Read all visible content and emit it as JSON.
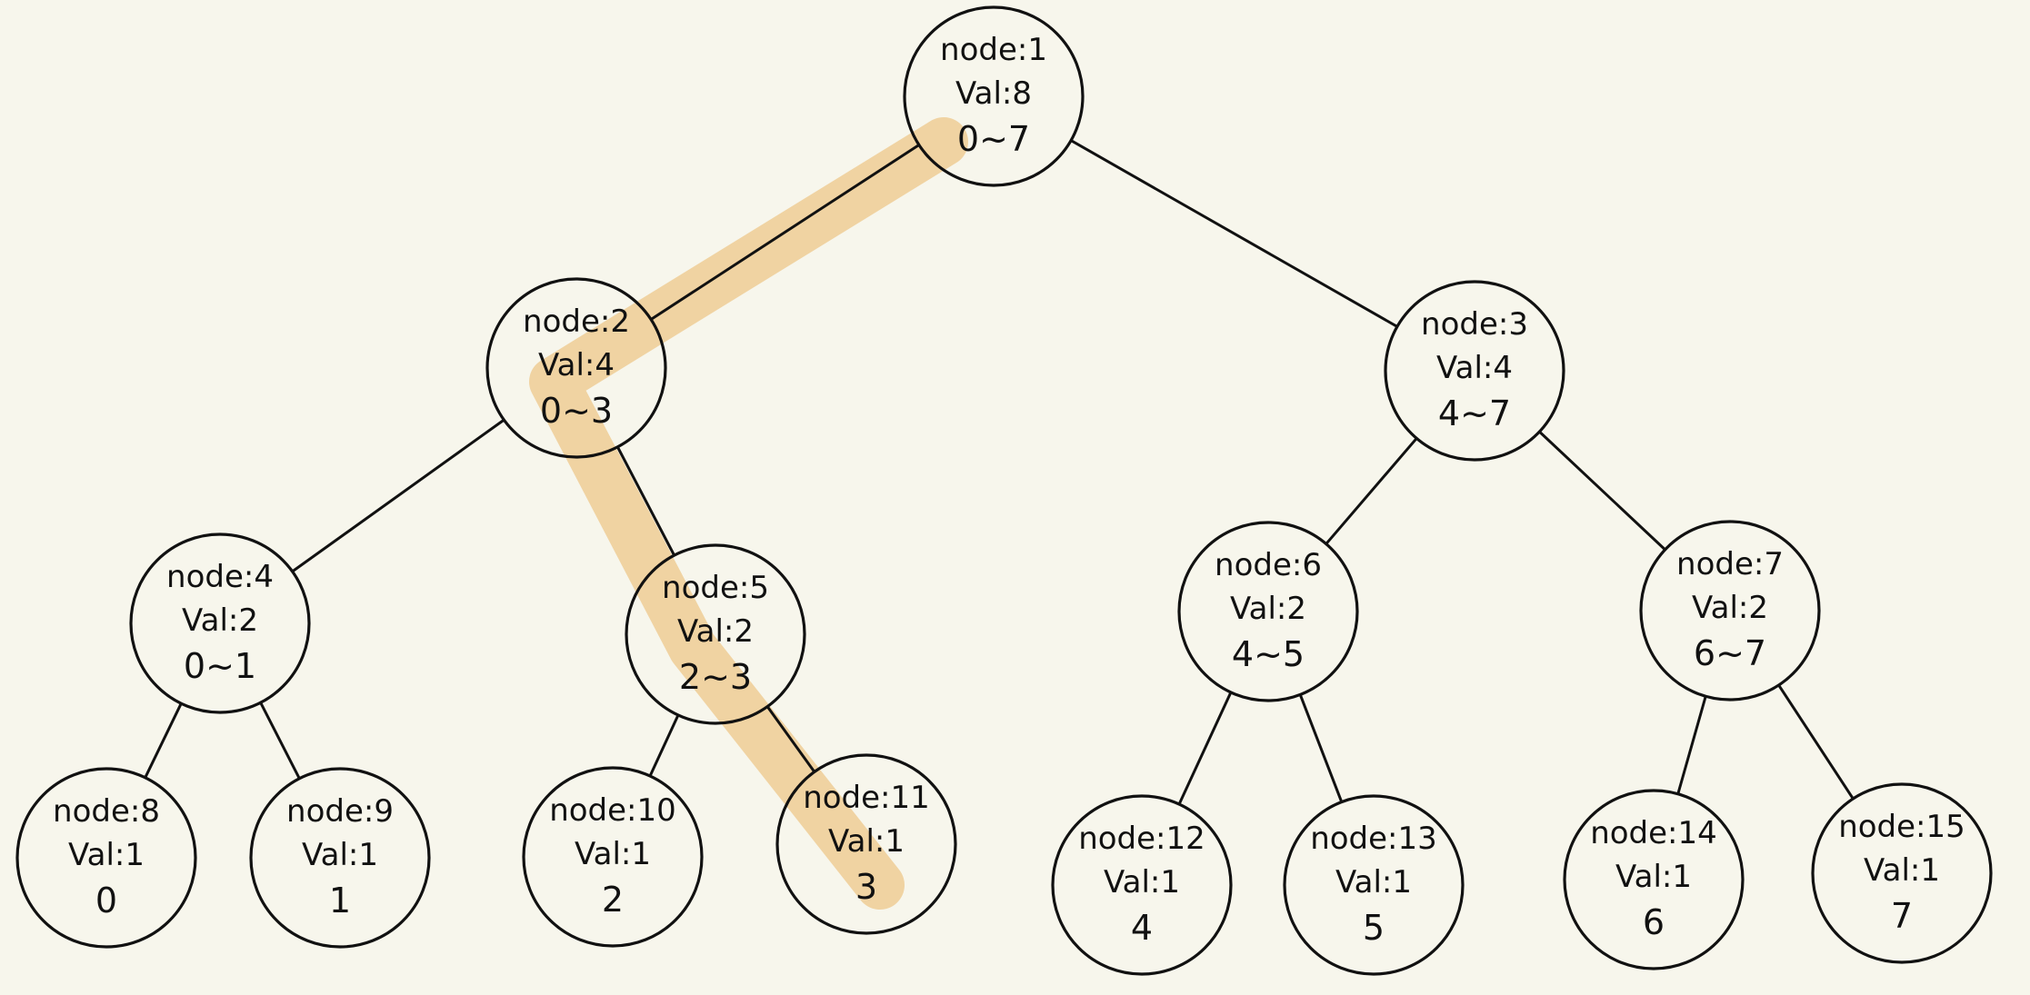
{
  "colors": {
    "background": "#f7f6ec",
    "ink": "#111111",
    "highlight": "#efcd95"
  },
  "tree": {
    "nodes": [
      {
        "id": 1,
        "node_label": "node:1",
        "val_label": "Val:8",
        "range_label": "0~7"
      },
      {
        "id": 2,
        "node_label": "node:2",
        "val_label": "Val:4",
        "range_label": "0~3"
      },
      {
        "id": 3,
        "node_label": "node:3",
        "val_label": "Val:4",
        "range_label": "4~7"
      },
      {
        "id": 4,
        "node_label": "node:4",
        "val_label": "Val:2",
        "range_label": "0~1"
      },
      {
        "id": 5,
        "node_label": "node:5",
        "val_label": "Val:2",
        "range_label": "2~3"
      },
      {
        "id": 6,
        "node_label": "node:6",
        "val_label": "Val:2",
        "range_label": "4~5"
      },
      {
        "id": 7,
        "node_label": "node:7",
        "val_label": "Val:2",
        "range_label": "6~7"
      },
      {
        "id": 8,
        "node_label": "node:8",
        "val_label": "Val:1",
        "range_label": "0"
      },
      {
        "id": 9,
        "node_label": "node:9",
        "val_label": "Val:1",
        "range_label": "1"
      },
      {
        "id": 10,
        "node_label": "node:10",
        "val_label": "Val:1",
        "range_label": "2"
      },
      {
        "id": 11,
        "node_label": "node:11",
        "val_label": "Val:1",
        "range_label": "3"
      },
      {
        "id": 12,
        "node_label": "node:12",
        "val_label": "Val:1",
        "range_label": "4"
      },
      {
        "id": 13,
        "node_label": "node:13",
        "val_label": "Val:1",
        "range_label": "5"
      },
      {
        "id": 14,
        "node_label": "node:14",
        "val_label": "Val:1",
        "range_label": "6"
      },
      {
        "id": 15,
        "node_label": "node:15",
        "val_label": "Val:1",
        "range_label": "7"
      }
    ],
    "edges": [
      [
        1,
        2
      ],
      [
        1,
        3
      ],
      [
        2,
        4
      ],
      [
        2,
        5
      ],
      [
        3,
        6
      ],
      [
        3,
        7
      ],
      [
        4,
        8
      ],
      [
        4,
        9
      ],
      [
        5,
        10
      ],
      [
        5,
        11
      ],
      [
        6,
        12
      ],
      [
        6,
        13
      ],
      [
        7,
        14
      ],
      [
        7,
        15
      ]
    ],
    "highlighted_path": [
      1,
      2,
      5,
      11
    ]
  }
}
